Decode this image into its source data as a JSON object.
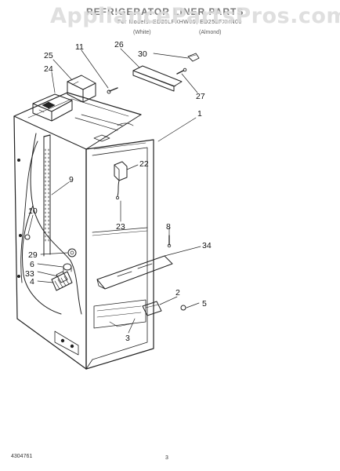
{
  "header": {
    "title": "REFRIGERATOR LINER PARTS",
    "models": "For Models: ED25LFXHW00, ED25LFXHN00",
    "color_left": "(White)",
    "color_right": "(Almond)"
  },
  "watermark": "AppliancePartsPros.com",
  "callouts": {
    "c25": "25",
    "c24": "24",
    "c11": "11",
    "c26": "26",
    "c30": "30",
    "c27": "27",
    "c1": "1",
    "c22": "22",
    "c9": "9",
    "c23": "23",
    "c10": "10",
    "c8": "8",
    "c34": "34",
    "c29": "29",
    "c6": "6",
    "c33": "33",
    "c4": "4",
    "c2": "2",
    "c5": "5",
    "c3": "3"
  },
  "footer": {
    "code": "4304761",
    "page": "3"
  }
}
